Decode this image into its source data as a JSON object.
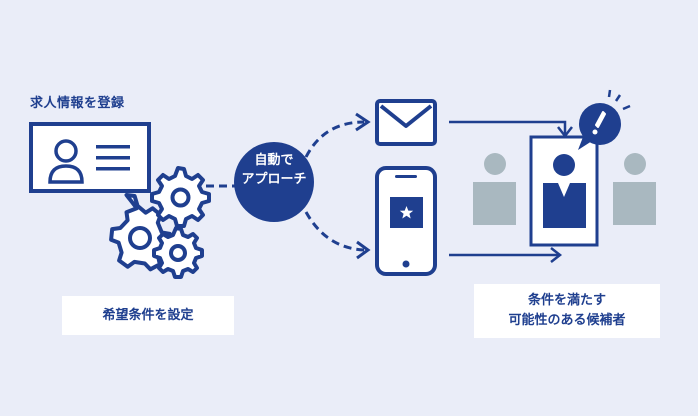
{
  "register_job_info": "求人情報を登録",
  "set_conditions": "希望条件を設定",
  "auto_approach_line1": "自動で",
  "auto_approach_line2": "アプローチ",
  "matching_line1": "条件を満たす",
  "matching_line2": "可能性のある候補者",
  "icons": [
    "profile-card-icon",
    "gear-icon",
    "mail-icon",
    "smartphone-icon",
    "star-icon",
    "candidate-icon",
    "alert-icon"
  ],
  "colors": {
    "primary": "#1f3f8f",
    "muted_person": "#a9b8c0",
    "background": "#eaedf8"
  }
}
